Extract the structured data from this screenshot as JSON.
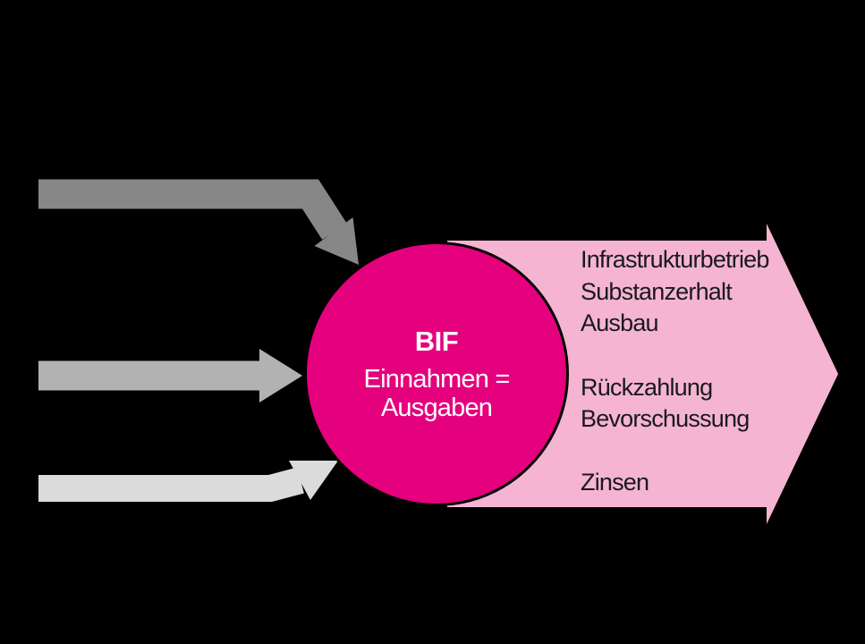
{
  "node": {
    "label": "BIF",
    "detail_line1": "Einnahmen =",
    "detail_line2": "Ausgaben"
  },
  "outputs": {
    "group1": [
      "Infrastrukturbetrieb",
      "Substanzerhalt",
      "Ausbau"
    ],
    "group2": [
      "Rückzahlung",
      "Bevorschussung"
    ],
    "group3": [
      "Zinsen"
    ]
  },
  "colors": {
    "background": "#000000",
    "node_fill": "#E5007D",
    "node_border": "#000000",
    "node_text": "#FFFFFF",
    "output_arrow_fill": "#F5B4D2",
    "output_text": "#1A1A1A",
    "input_arrow_top": "#878787",
    "input_arrow_middle": "#B2B2B2",
    "input_arrow_bottom": "#DBDBDB"
  }
}
